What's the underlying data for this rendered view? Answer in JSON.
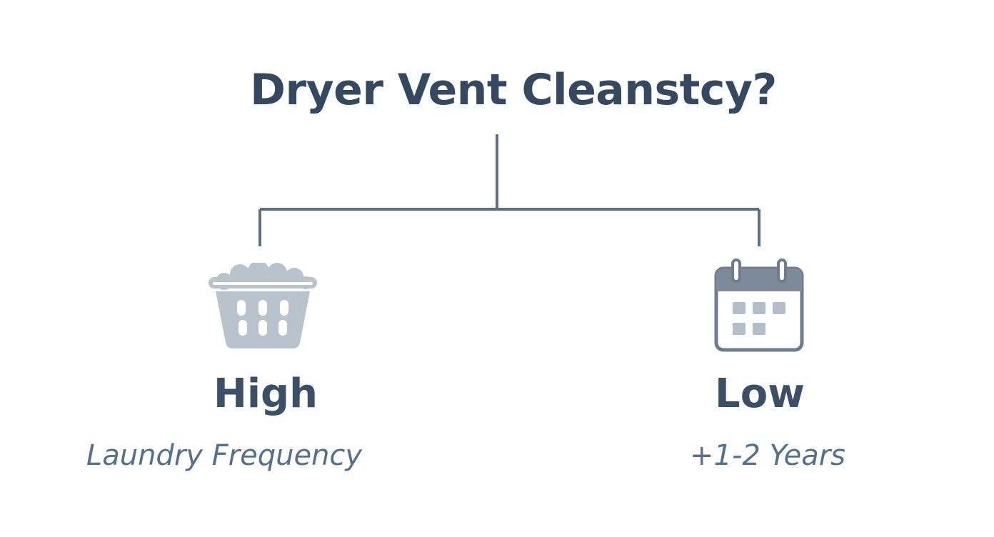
{
  "title": "Dryer Vent Cleanstcy?",
  "branches": {
    "left": {
      "icon": "laundry-basket-icon",
      "label": "High",
      "sublabel": "Laundry Frequency"
    },
    "right": {
      "icon": "calendar-icon",
      "label": "Low",
      "sublabel": "+1-2 Years"
    }
  },
  "colors": {
    "text_dark": "#34495f",
    "text_sub": "#56708c",
    "line": "#5d7186",
    "basket_fill": "#b9c3cc",
    "calendar_stroke": "#6e7d8d"
  }
}
